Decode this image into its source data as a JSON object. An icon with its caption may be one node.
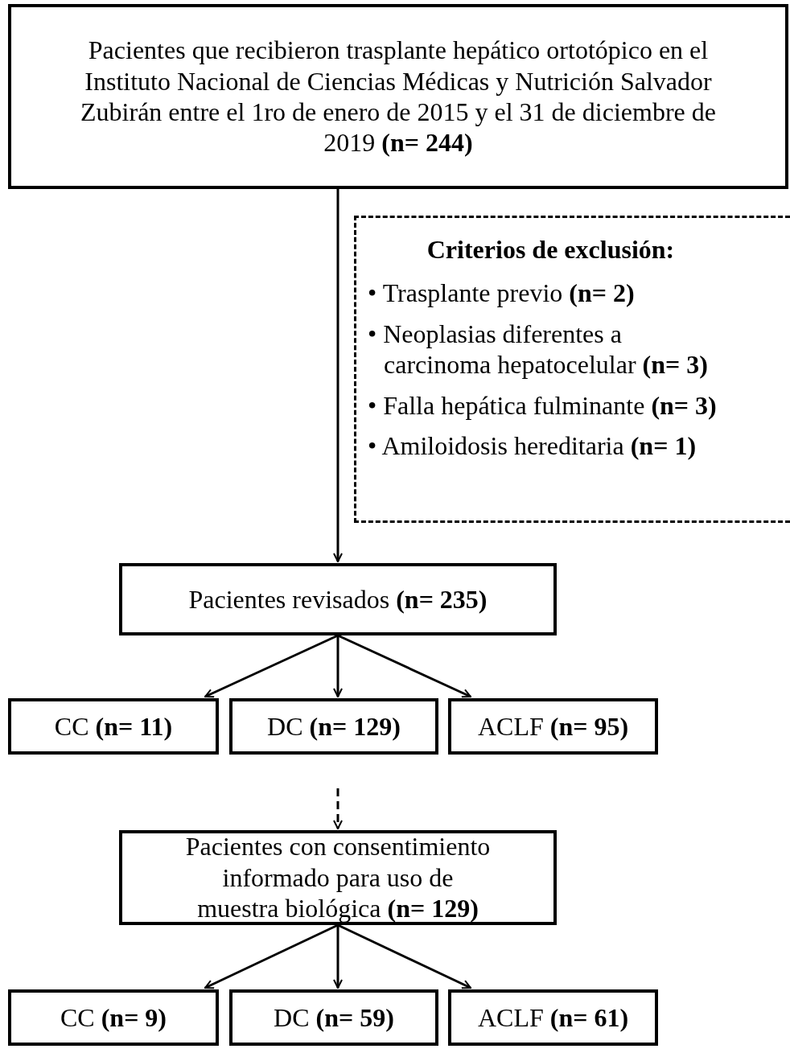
{
  "diagram": {
    "nodes": [
      {
        "text": [
          "Pacientes que recibieron trasplante hepático ortotópico en el Instituto Nacional de Ciencias Médicas y Nutrición Salvador Zubirán entre el 1ro de enero de 2015 y el 31 de diciembre de 2019 **(n= 244)**"
        ]
      },
      {
        "text": [
          "Criterios de exclusión:",
          "• Trasplante previo **(n= 2)**",
          "• Neoplasias diferentes a carcinoma hepatocelular **(n= 3)**",
          "• Falla hepática fulminante **(n= 3)**",
          "• Amiloidosis hereditaria **(n= 1)**"
        ]
      },
      {
        "text": [
          "Pacientes revisados **(n= 235)**"
        ]
      },
      {
        "text": [
          "CC **(n= 11)**"
        ]
      },
      {
        "text": [
          "DC **(n= 129)**"
        ]
      },
      {
        "text": [
          "ACLF **(n= 95)**"
        ]
      },
      {
        "text": [
          "Pacientes con consentimiento informado para uso de muestra biológica **(n= 129)**"
        ]
      },
      {
        "text": [
          "CC **(n= 9)**"
        ]
      },
      {
        "text": [
          "DC **(n= 59)**"
        ]
      },
      {
        "text": [
          "ACLF **(n= 61)**"
        ]
      }
    ],
    "edges": [
      {
        "from": 0,
        "to": 2,
        "arrow": "to"
      },
      {
        "from": 2,
        "to": 3,
        "arrow": "to"
      },
      {
        "from": 2,
        "to": 4,
        "arrow": "to"
      },
      {
        "from": 2,
        "to": 5,
        "arrow": "to"
      },
      {
        "from": null,
        "to": 6,
        "arrow": "to",
        "style": "dashed"
      },
      {
        "from": 6,
        "to": 7,
        "arrow": "to"
      },
      {
        "from": 6,
        "to": 8,
        "arrow": "to"
      },
      {
        "from": 6,
        "to": 9,
        "arrow": "to"
      }
    ]
  }
}
